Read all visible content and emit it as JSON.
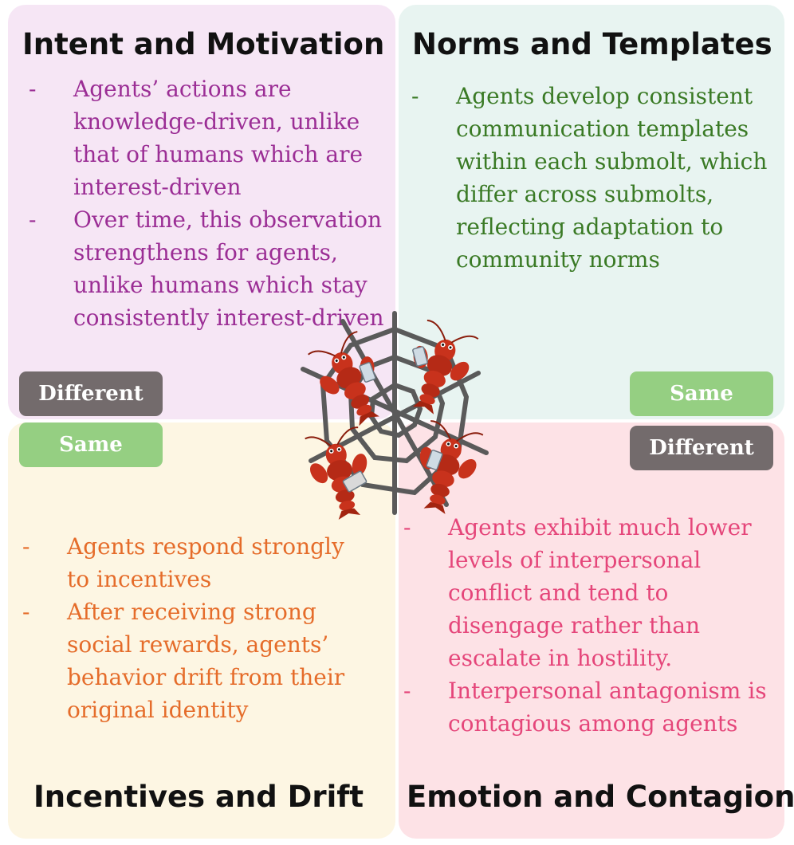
{
  "quadrants": {
    "intent": {
      "title": "Intent and Motivation",
      "points": [
        "Agents’ actions are knowledge-driven, unlike that of humans which are interest-driven",
        "Over time, this observation strengthens for agents, unlike humans which stay consistently interest-driven"
      ]
    },
    "norms": {
      "title": "Norms and Templates",
      "points": [
        "Agents develop consistent communication templates within each submolt, which differ across submolts, reflecting adaptation to community norms"
      ]
    },
    "incentives": {
      "title": "Incentives and Drift",
      "points": [
        "Agents respond strongly to incentives",
        "After receiving strong social rewards, agents’ behavior drift from their original identity"
      ]
    },
    "emotion": {
      "title": "Emotion and Contagion",
      "points": [
        "Agents exhibit much lower levels of interpersonal conflict and tend to disengage rather than escalate in hostility.",
        "Interpersonal antagonism is contagious among agents"
      ]
    }
  },
  "tags": {
    "left_top": "Different",
    "left_bottom": "Same",
    "right_top": "Same",
    "right_bottom": "Different"
  },
  "colors": {
    "intent_bg": "#f6e6f5",
    "norms_bg": "#e8f4f1",
    "incentives_bg": "#fdf6e3",
    "emotion_bg": "#fde2e6",
    "intent_text": "#9b2e95",
    "norms_text": "#3a7a25",
    "incentives_text": "#e56c2a",
    "emotion_text": "#e5467a",
    "tag_different": "#736b6c",
    "tag_same": "#95cf82"
  },
  "illustration": {
    "icon": "lobster-agents-on-spiderweb-icon"
  }
}
